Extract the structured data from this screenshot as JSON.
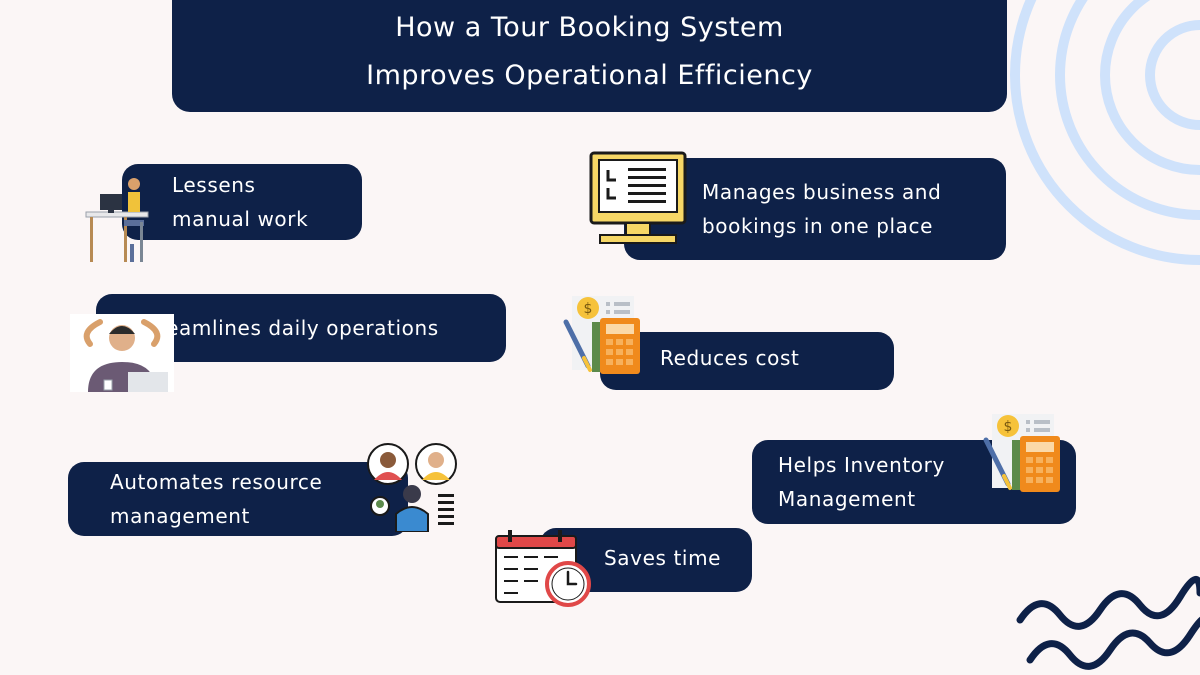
{
  "title": {
    "line1": "How a Tour Booking System",
    "line2": "Improves Operational Efficiency"
  },
  "items": [
    {
      "line1": "Lessens",
      "line2": "manual work",
      "icon": "person-at-desk-icon"
    },
    {
      "line1": "Manages business and",
      "line2": "bookings in one place",
      "icon": "computer-monitor-icon"
    },
    {
      "line1": "Streamlines daily operations",
      "icon": "relaxed-person-at-laptop-icon"
    },
    {
      "line1": "Reduces cost",
      "icon": "calculator-invoice-icon"
    },
    {
      "line1": "Automates resource",
      "line2": "management",
      "icon": "team-people-icon"
    },
    {
      "line1": "Helps Inventory",
      "line2": "Management",
      "icon": "calculator-invoice-icon"
    },
    {
      "line1": "Saves time",
      "icon": "calendar-clock-icon"
    }
  ],
  "colors": {
    "navy": "#0e2148",
    "background": "#fbf6f6",
    "decoration_light": "#cfe2fb",
    "accent_orange": "#f08a1c",
    "accent_yellow": "#f6d766"
  }
}
